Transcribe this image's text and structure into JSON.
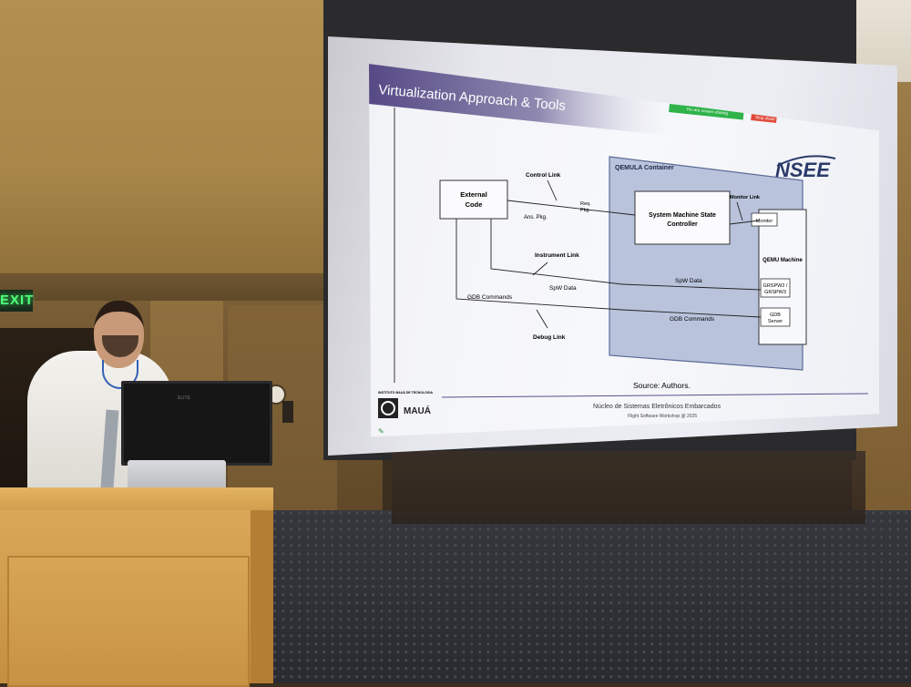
{
  "room": {
    "exit_sign": "EXIT",
    "monitor_brand": "ELITE"
  },
  "slide": {
    "title": "Virtualization Approach & Tools",
    "logo_right": "NSEE",
    "container_label": "QEMULA Container",
    "external_code": [
      "External",
      "Code"
    ],
    "controller": [
      "System Machine State",
      "Controller"
    ],
    "monitor": "Monitor",
    "qemu_machine": "QEMU Machine",
    "grspw": [
      "GRSPW2 /",
      "GRSPW3"
    ],
    "gdb_server": [
      "GDB",
      "Server"
    ],
    "links": {
      "control": "Control Link",
      "monitor": "Monitor Link",
      "instrument": "Instrument Link",
      "debug": "Debug Link"
    },
    "labels": {
      "req": [
        "Req.",
        "Pkg."
      ],
      "ans": "Ans. Pkg.",
      "spw_left": "SpW Data",
      "spw_right": "SpW Data",
      "gdb_left": "GDB Commands",
      "gdb_right": "GDB Commands"
    },
    "source": "Source: Authors.",
    "footer_institute": "INSTITUTO MAUÁ DE TECNOLOGIA",
    "footer_logo": "MAUÁ",
    "footer_center": "Núcleo de Sistemas Eletrônicos Embarcados",
    "footer_sub": "Flight Software Workshop @ 2025",
    "sharing_bar": "You are screen sharing",
    "stop_share": "Stop share"
  },
  "colors": {
    "title_band": "#5a4f8a",
    "container_fill": "#b8c2db",
    "container_stroke": "#5c6a95",
    "nsee_blue": "#2b3a6a"
  }
}
